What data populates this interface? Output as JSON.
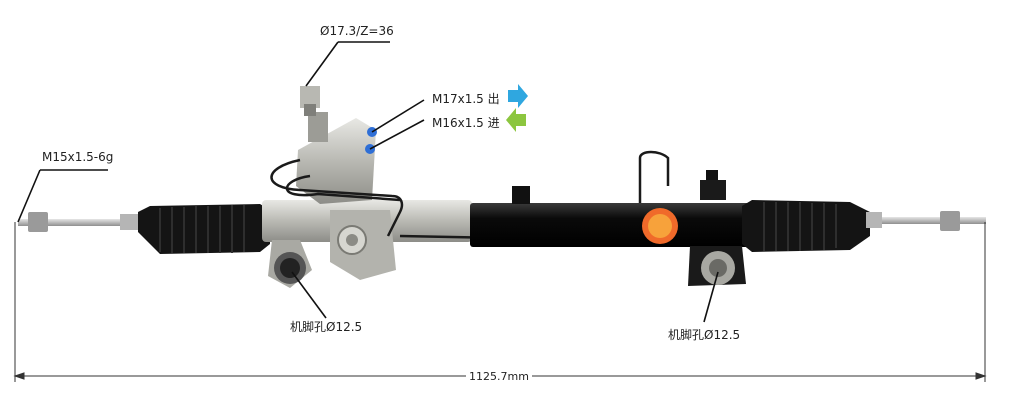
{
  "labels": {
    "pinion_spec": "Ø17.3/Z=36",
    "outlet_port": "M17x1.5 出",
    "inlet_port": "M16x1.5 进",
    "tie_rod_thread": "M15x1.5-6g",
    "mount_hole_left": "机脚孔Ø12.5",
    "mount_hole_right": "机脚孔Ø12.5",
    "overall_length": "1125.7mm"
  },
  "colors": {
    "outlet_arrow": "#2fa7e0",
    "inlet_arrow": "#8cc63f",
    "port_caps": "#2f6fd6",
    "rack_tube": "#0b0b0b",
    "aluminum": "#c8c8c2",
    "bellows": "#141414",
    "logo_sun": "#f06a2a"
  },
  "icons": {
    "outlet": "arrow-right-icon",
    "inlet": "arrow-left-icon",
    "logo": "sunburst-logo-icon"
  }
}
